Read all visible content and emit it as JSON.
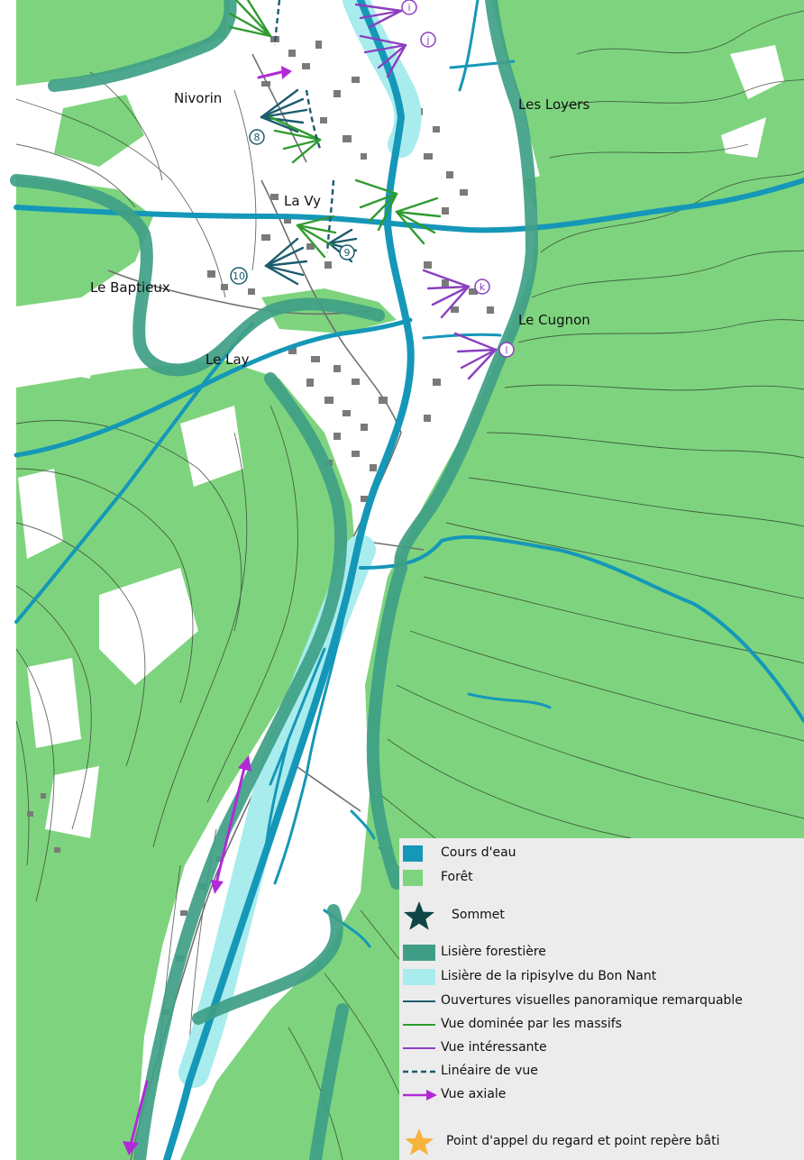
{
  "map": {
    "place_names": {
      "nivorin": "Nivorin",
      "les_loyers": "Les Loyers",
      "la_vy": "La Vy",
      "le_baptieux": "Le Baptieux",
      "le_cugnon": "Le Cugnon",
      "le_lay": "Le Lay"
    },
    "viewpoint_markers": {
      "m8": "8",
      "m9": "9",
      "m10": "10",
      "mi": "i",
      "mj": "j",
      "mk": "k",
      "ml": "l"
    },
    "colors": {
      "forest": "#7ed47e",
      "water": "#1597b8",
      "forest_edge": "#3f9f86",
      "riparian_edge": "#a9ecee",
      "panoramic_view": "#1b5c6c",
      "massif_view": "#2f9b2f",
      "interesting_view": "#8a3fc0",
      "axial_view": "#b12ad6",
      "summit": "#0f4545",
      "landmark": "#f6b43c"
    }
  },
  "legend": {
    "items": [
      {
        "id": "water",
        "label": "Cours d'eau"
      },
      {
        "id": "forest",
        "label": "Forêt"
      },
      {
        "id": "summit",
        "label": "Sommet"
      },
      {
        "id": "forest-edge",
        "label": "Lisière forestière"
      },
      {
        "id": "riparian-edge",
        "label": "Lisière de la ripisylve du Bon Nant"
      },
      {
        "id": "panoramic-view",
        "label": "Ouvertures visuelles panoramique remarquable"
      },
      {
        "id": "massif-view",
        "label": "Vue dominée par les massifs"
      },
      {
        "id": "interesting-view",
        "label": "Vue intéressante"
      },
      {
        "id": "view-line",
        "label": "Linéaire de vue"
      },
      {
        "id": "axial-view",
        "label": "Vue axiale"
      },
      {
        "id": "landmark",
        "label": "Point d'appel du regard et point repère bâti"
      }
    ]
  }
}
